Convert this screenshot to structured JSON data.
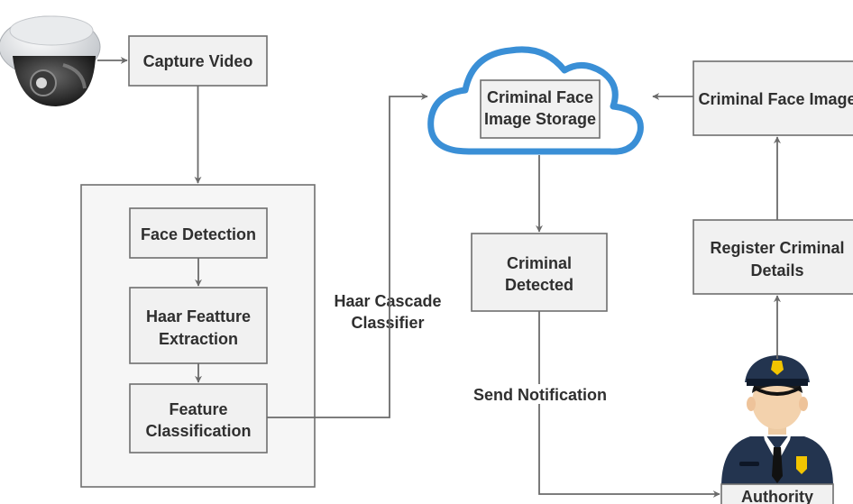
{
  "nodes": {
    "capture_video": "Capture Video",
    "face_detection": "Face Detection",
    "haar_feature_extraction": [
      "Haar Featture",
      "Extraction"
    ],
    "feature_classification": [
      "Feature",
      "Classification"
    ],
    "criminal_face_image_storage": [
      "Criminal Face",
      "Image Storage"
    ],
    "criminal_detected": [
      "Criminal",
      "Detected"
    ],
    "criminal_face_image": "Criminal Face Image",
    "register_criminal_details": [
      "Register Criminal",
      "Details"
    ],
    "authority": "Authority"
  },
  "edge_labels": {
    "haar_cascade_classifier": [
      "Haar Cascade",
      "Classifier"
    ],
    "send_notification": "Send Notification"
  },
  "icons": [
    "security-camera-icon",
    "cloud-icon",
    "police-officer-icon"
  ],
  "colors": {
    "cloud": "#3a8fd6",
    "uniform": "#23344f",
    "badge": "#f2c400",
    "box_fill": "#f1f1f1",
    "box_stroke": "#6f6f6f"
  }
}
